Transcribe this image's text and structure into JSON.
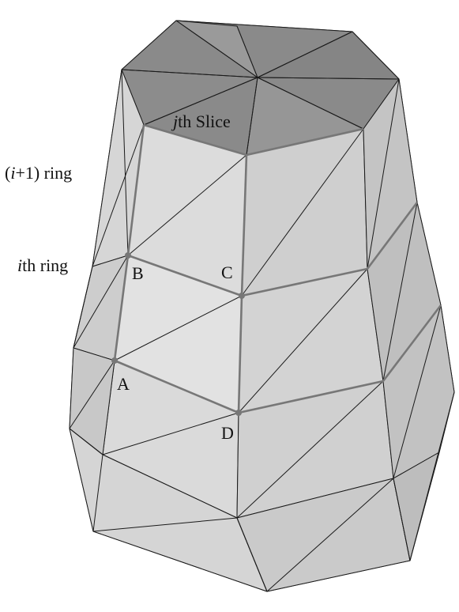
{
  "labels": {
    "slice_index": "j",
    "slice_text": "th Slice",
    "outer_ring_open": "(",
    "outer_ring_index": "i",
    "outer_ring_text": "+1) ring",
    "inner_ring_index": "i",
    "inner_ring_text": "th ring",
    "point_a": "A",
    "point_b": "B",
    "point_c": "C",
    "point_d": "D"
  },
  "colors": {
    "top_face": "#8f8f8f",
    "side_light": "#e4e4e4",
    "side_mid": "#d2d2d2",
    "side_dark": "#bdbdbd",
    "edge": "#1a1a1a",
    "highlight": "#777777"
  }
}
